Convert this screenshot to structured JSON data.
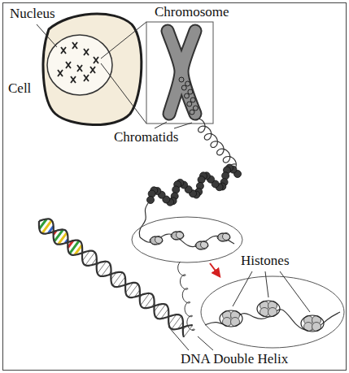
{
  "diagram": {
    "labels": [
      "Nucleus",
      "Chromosome",
      "Cell",
      "Chromatids",
      "Histones",
      "DNA Double Helix"
    ]
  }
}
